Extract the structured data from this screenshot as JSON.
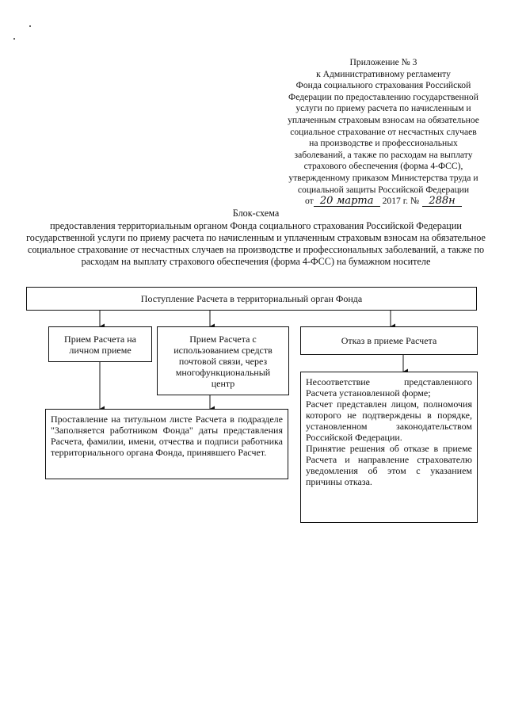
{
  "annex": {
    "lines": [
      "Приложение № 3",
      "к Административному регламенту",
      "Фонда социального страхования Российской",
      "Федерации по предоставлению государственной",
      "услуги по приему расчета по начисленным и",
      "уплаченным страховым взносам на обязательное",
      "социальное страхование от несчастных случаев",
      "на производстве и профессиональных",
      "заболеваний, а также по расходам на выплату",
      "страхового обеспечения (форма 4-ФСС),",
      "утвержденному приказом Министерства труда и",
      "социальной защиты Российской Федерации"
    ],
    "date_prefix": "от",
    "date_handwritten": "20 марта",
    "year_text": "2017 г.",
    "number_prefix": "№",
    "number_handwritten": "288н"
  },
  "heading": {
    "title": "Блок-схема",
    "subtitle": "предоставления территориальным органом Фонда социального страхования Российской Федерации государственной услуги по приему расчета по начисленным и уплаченным страховым взносам на обязательное социальное страхование от несчастных случаев на производстве и профессиональных заболеваний, а также по расходам на выплату страхового обеспечения (форма 4-ФСС) на бумажном носителе"
  },
  "flowchart": {
    "top": "Поступление Расчета в территориальный орган Фонда",
    "branch_personal": "Прием Расчета на личном приеме",
    "branch_mail": "Прием Расчета с использованием средств почтовой связи, через многофункциональный центр",
    "branch_refusal": "Отказ в приеме Расчета",
    "action_registration": "Проставление на титульном листе Расчета в подразделе \"Заполняется работником Фонда\" даты представления Расчета, фамилии, имени, отчества и подписи работника территориального органа Фонда, принявшего Расчет.",
    "refusal_reasons": [
      "Несоответствие представленного Расчета установленной форме;",
      "Расчет представлен лицом, полномочия которого не подтверждены в порядке, установленном законодательством Российской Федерации.",
      "Принятие решения об отказе в приеме Расчета и направление страхователю уведомления об этом с указанием причины отказа."
    ]
  },
  "colors": {
    "ink": "#111111",
    "paper": "#ffffff"
  }
}
